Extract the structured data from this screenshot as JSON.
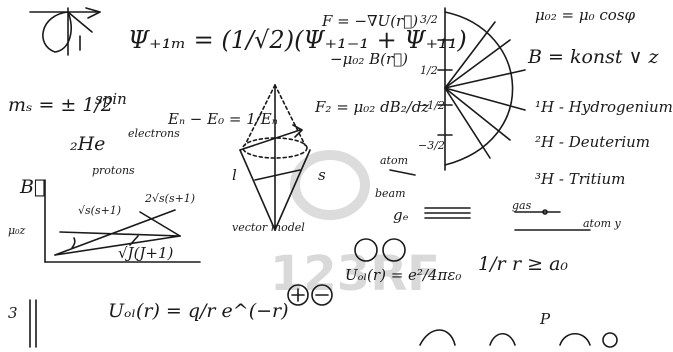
{
  "image": {
    "watermark": "123RF",
    "ink_color": "#1a1a1a",
    "paper_color": "#ffffff"
  },
  "notes": {
    "psi_combo": "Ψ₊₁ₘ = (1/√2)(Ψ₊₁₋₁ + Ψ₊₁₁)",
    "field_eq": "F = −∇U(r⃗)",
    "magnetic_eq": "−μ₀₂ B(r⃗)",
    "mj_eq": "μ₀₂ = μ₀ cosφ",
    "ms_eq": "mₛ = ± 1/2",
    "spin": "spin",
    "energy_eq": "Eₙ − E₀ = 1/Eₙ",
    "force_eq": "F₂ = μ₀₂ dB₂/dz",
    "B_eq": "B = konst ∨ z",
    "h_label": "ħ",
    "he_label": "₂He",
    "electrons": "electrons",
    "protons": "protons",
    "hydrogen": "¹H - Hydrogenium",
    "deuterium": "²H - Deuterium",
    "tritium": "³H - Tritium",
    "sqrt_ss1": "√s(s+1)",
    "sqrt_2ss1": "2√s(s+1)",
    "sqrt_jj1": "√J(J+1)",
    "mu_z": "μ₀z",
    "B_vec": "B⃗",
    "vector_l": "l",
    "vector_s": "s",
    "vector_model": "vector model",
    "atom": "atom",
    "beam": "beam",
    "ge": "gₑ",
    "gas": "gas",
    "atom_y": "atom y",
    "potential_eq": "Uₒₗ(r) = e²/4πε₀",
    "sum_sign": "∑",
    "ratio_1_r": "1/r",
    "r_ge_a0": "r ≥ a₀",
    "exp_eq": "Uₒₗ(r) = q/r e^(−r)",
    "plus_sign": "+",
    "minus_sign": "−",
    "p_label": "P",
    "sqrt2": "√2",
    "one_half": "1",
    "two": "2",
    "a_label": "1/2",
    "a2_label": "−3/2",
    "axis_labels": [
      "3/2",
      "1/2",
      "−1/2",
      "−3/2"
    ],
    "three_ge": "3"
  }
}
